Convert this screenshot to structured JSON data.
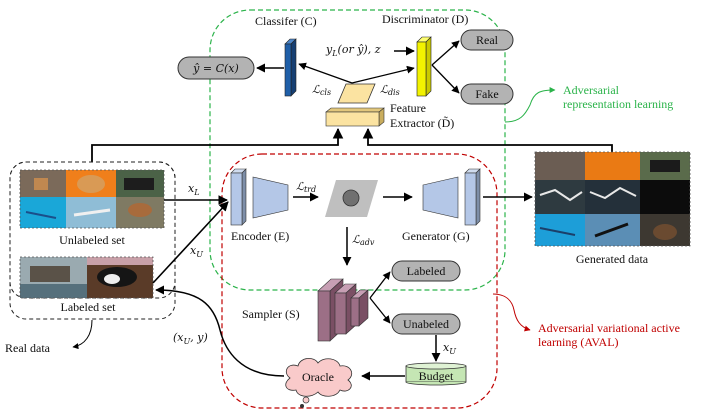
{
  "diagram": {
    "classifier_label": "Classifer (C)",
    "discriminator_label": "Discriminator (D)",
    "classifier_output": "ŷ = C(x)",
    "disc_input": "y_L(or ŷ), z",
    "disc_input_main": "y",
    "disc_input_sub": "L",
    "disc_input_rest": "(or ŷ), z",
    "loss_cls_main": "ℒ",
    "loss_cls_sub": "cls",
    "loss_dis_main": "ℒ",
    "loss_dis_sub": "dis",
    "real_label": "Real",
    "fake_label": "Fake",
    "feature_extractor_line1": "Feature",
    "feature_extractor_line2": "Extractor (D̃)",
    "adv_rep_line1": "Adversarial",
    "adv_rep_line2": "representation learning",
    "unlabeled_set_label": "Unlabeled set",
    "labeled_set_label": "Labeled set",
    "real_data_label": "Real data",
    "xL_main": "x",
    "xL_sub": "L",
    "xU_main": "x",
    "xU_sub": "U",
    "encoder_label": "Encoder (E)",
    "generator_label": "Generator (G)",
    "loss_trd_main": "ℒ",
    "loss_trd_sub": "trd",
    "loss_adv_main": "ℒ",
    "loss_adv_sub": "adv",
    "generated_data_label": "Generated data",
    "sampler_label": "Sampler (S)",
    "labeled_pill": "Labeled",
    "unlabeled_pill": "Unabeled",
    "budget_label": "Budget",
    "oracle_label": "Oracle",
    "oracle_feedback_label": "(x_U, y)",
    "oracle_feedback_open": "(x",
    "oracle_feedback_sub": "U",
    "oracle_feedback_close": ", y)",
    "aval_line1": "Adversarial variational active",
    "aval_line2": "learning (AVAL)"
  },
  "colors": {
    "green_region": "#2bb34a",
    "red_region": "#c00000",
    "classifier": "#1f5fa8",
    "discriminator": "#f2f200",
    "feature_extractor": "#fbe3a1",
    "encoder": "#b4c7e7",
    "sampler": "#9c6f86",
    "pill": "#b3b3b3",
    "budget": "#c5e6b4",
    "oracle": "#f9caca"
  }
}
